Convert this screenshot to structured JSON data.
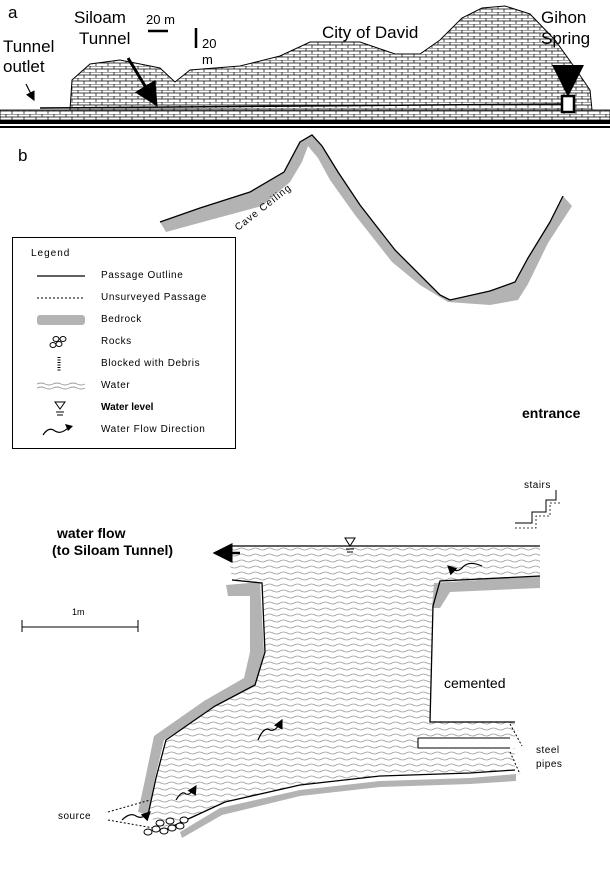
{
  "panel_a": {
    "label": "a",
    "tunnel_outlet": [
      "Tunnel",
      "outlet"
    ],
    "siloam_tunnel": [
      "Siloam",
      "Tunnel"
    ],
    "scale_h": "20 m",
    "scale_v": [
      "20",
      "m"
    ],
    "city": "City of David",
    "gihon": [
      "Gihon",
      "Spring"
    ]
  },
  "panel_b": {
    "label": "b",
    "cave_ceiling": "Cave Ceiling",
    "entrance": "entrance",
    "stairs": "stairs",
    "water_flow": [
      "water flow",
      "(to Siloam Tunnel)"
    ],
    "scale": "1m",
    "cemented": "cemented",
    "steel_pipes": [
      "steel",
      "pipes"
    ],
    "source": "source"
  },
  "legend": {
    "title": "Legend",
    "items": [
      {
        "symbol": "passage-outline",
        "label": "Passage Outline"
      },
      {
        "symbol": "unsurveyed-passage",
        "label": "Unsurveyed Passage"
      },
      {
        "symbol": "bedrock",
        "label": "Bedrock"
      },
      {
        "symbol": "rocks",
        "label": "Rocks"
      },
      {
        "symbol": "blocked-debris",
        "label": "Blocked with Debris"
      },
      {
        "symbol": "water",
        "label": "Water"
      },
      {
        "symbol": "water-level",
        "label": "Water level"
      },
      {
        "symbol": "water-flow-direction",
        "label": "Water Flow Direction"
      }
    ]
  },
  "colors": {
    "bedrock": "#b3b3b3",
    "water": "#a8a8a8",
    "ink": "#000000"
  }
}
